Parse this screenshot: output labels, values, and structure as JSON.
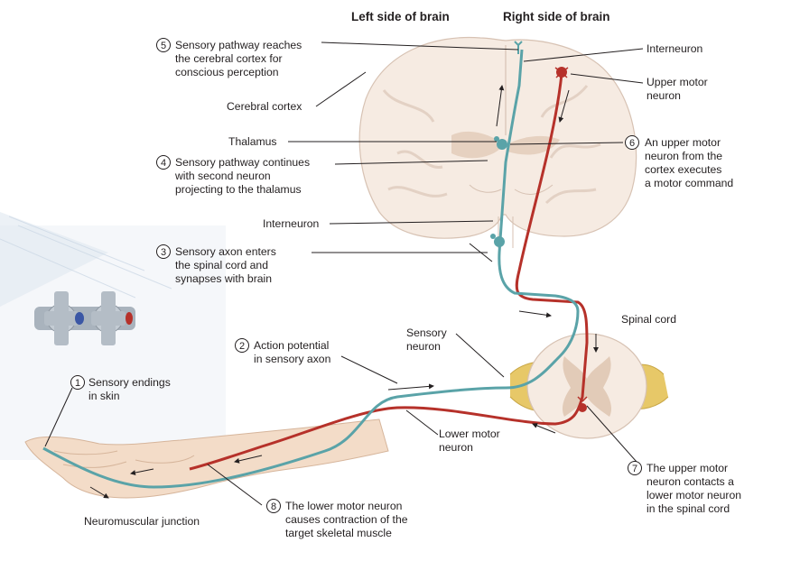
{
  "headers": {
    "left": "Left side of brain",
    "right": "Right side of brain"
  },
  "steps": [
    {
      "n": "1",
      "lines": [
        "Sensory endings",
        "in skin"
      ]
    },
    {
      "n": "2",
      "lines": [
        "Action potential",
        "in sensory axon"
      ]
    },
    {
      "n": "3",
      "lines": [
        "Sensory axon enters",
        "the spinal cord and",
        "synapses with brain"
      ]
    },
    {
      "n": "4",
      "lines": [
        "Sensory pathway continues",
        "with second neuron",
        "projecting to the thalamus"
      ]
    },
    {
      "n": "5",
      "lines": [
        "Sensory pathway reaches",
        "the cerebral cortex for",
        "conscious perception"
      ]
    },
    {
      "n": "6",
      "lines": [
        "An upper motor",
        "neuron from the",
        "cortex executes",
        "a motor command"
      ]
    },
    {
      "n": "7",
      "lines": [
        "The upper motor",
        "neuron contacts a",
        "lower motor neuron",
        "in the spinal cord"
      ]
    },
    {
      "n": "8",
      "lines": [
        "The  lower motor neuron",
        "causes contraction of the",
        "target skeletal muscle"
      ]
    }
  ],
  "labels": {
    "cerebral_cortex": "Cerebral cortex",
    "thalamus": "Thalamus",
    "interneuron_left": "Interneuron",
    "interneuron_right": "Interneuron",
    "upper_motor_neuron": [
      "Upper motor",
      "neuron"
    ],
    "spinal_cord": "Spinal cord",
    "sensory_neuron": [
      "Sensory",
      "neuron"
    ],
    "lower_motor_neuron": [
      "Lower motor",
      "neuron"
    ],
    "neuromuscular_junction": "Neuromuscular junction"
  },
  "colors": {
    "sensory": "#5aa3a8",
    "motor": "#b6312a",
    "brain_fill": "#f6ebe2",
    "white_matter": "#fbf6f1",
    "ganglion": "#e7c868",
    "skin": "#f3dcc8"
  }
}
